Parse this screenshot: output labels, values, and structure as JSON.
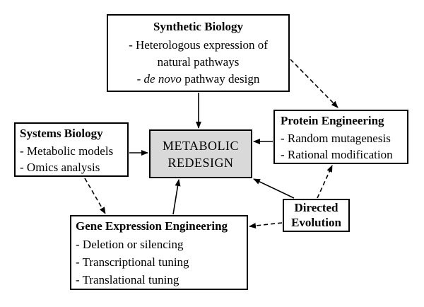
{
  "synthetic_biology": {
    "title": "Synthetic Biology",
    "item1_line1": "- Heterologous expression of",
    "item1_line2": "natural pathways",
    "item2_prefix": "- ",
    "item2_italic": "de novo",
    "item2_rest": " pathway design"
  },
  "protein_engineering": {
    "title": "Protein Engineering",
    "items": [
      "- Random mutagenesis",
      "- Rational modification"
    ]
  },
  "systems_biology": {
    "title": "Systems Biology",
    "items": [
      "- Metabolic models",
      "- Omics analysis"
    ]
  },
  "metabolic_redesign": {
    "line1": "METABOLIC",
    "line2": "REDESIGN"
  },
  "directed_evolution": {
    "line1": "Directed",
    "line2": "Evolution"
  },
  "gene_expression_engineering": {
    "title": "Gene Expression Engineering",
    "items": [
      "- Deletion or silencing",
      "- Transcriptional tuning",
      "- Translational tuning"
    ]
  },
  "colors": {
    "center_fill": "#d9d9d9",
    "stroke": "#000000"
  }
}
